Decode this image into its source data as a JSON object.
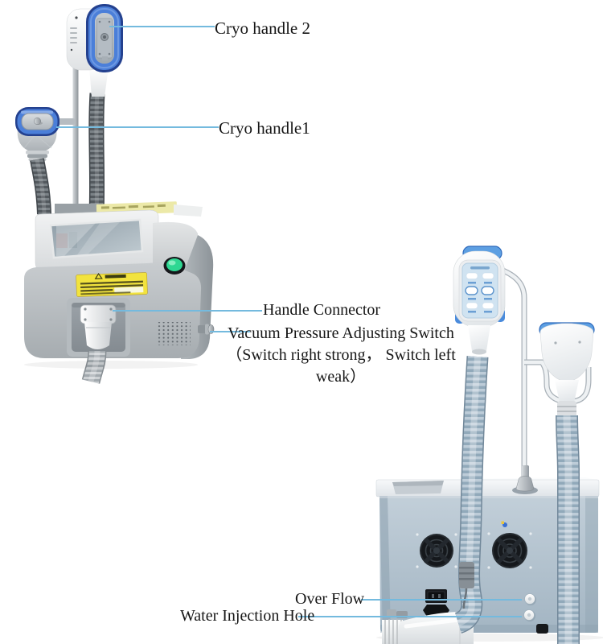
{
  "figure": {
    "kind": "annotated product diagram",
    "views": [
      "front",
      "back"
    ]
  },
  "annotations": {
    "cryo_handle_2": "Cryo handle 2",
    "cryo_handle_1": "Cryo handle1",
    "handle_connector": "Handle Connector",
    "vacuum_switch_line1": "Vacuum Pressure Adjusting Switch",
    "vacuum_switch_line2": "（Switch right strong， Switch left weak）",
    "over_flow": "Over Flow",
    "water_injection_hole": "Water Injection Hole"
  },
  "colors": {
    "background": "#ffffff",
    "leader_line": "#74bade",
    "label_text": "#161616",
    "handle_ring_blue": "#4b7fd9",
    "handle_ring_navy": "#24418f",
    "handle_strap_blue": "#5d9fe2",
    "button_green": "#2ed792",
    "warning_label_yellow": "#f2e33e",
    "front_machine_grey": "#b5b9bd",
    "back_machine_blue_grey": "#aebfcc",
    "hose_dark_grey": "#53595e",
    "hose_light_blue": "#91a9ba",
    "fan_black": "#15181c"
  }
}
